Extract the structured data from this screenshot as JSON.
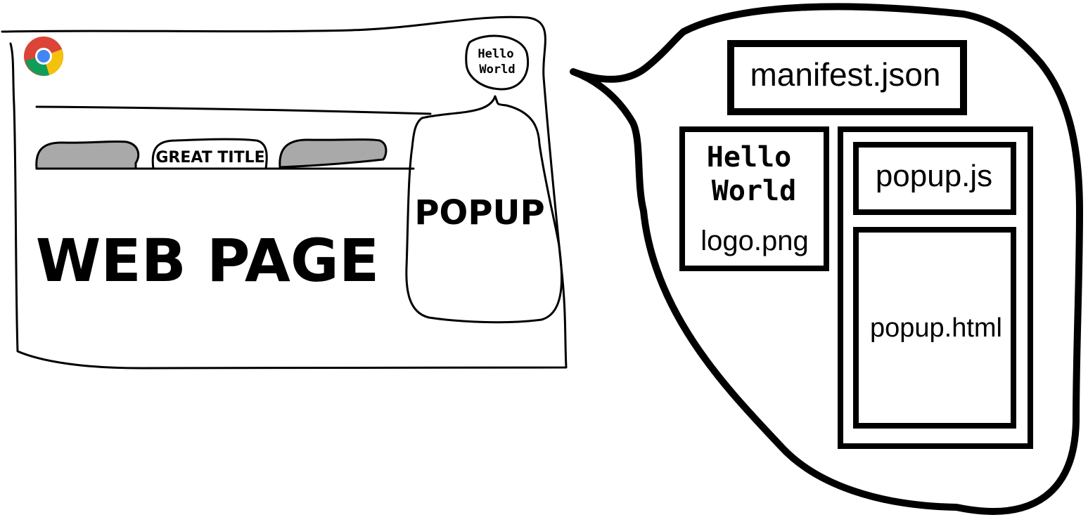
{
  "browser": {
    "tab_active_label": "GREAT TITLE",
    "page_label": "WEB PAGE",
    "popup_label": "POPUP",
    "extension_button": {
      "line1": "Hello",
      "line2": "World"
    }
  },
  "extension_bundle": {
    "manifest_label": "manifest.json",
    "logo": {
      "image_line1": "Hello",
      "image_line2": "World",
      "filename": "logo.png"
    },
    "popup_js_label": "popup.js",
    "popup_html_label": "popup.html"
  },
  "colors": {
    "stroke": "#000000",
    "tab_inactive_fill": "#a9a9a9",
    "chrome_red": "#db4437",
    "chrome_yellow": "#f4c20d",
    "chrome_green": "#0f9d58",
    "chrome_blue": "#4285f4"
  }
}
